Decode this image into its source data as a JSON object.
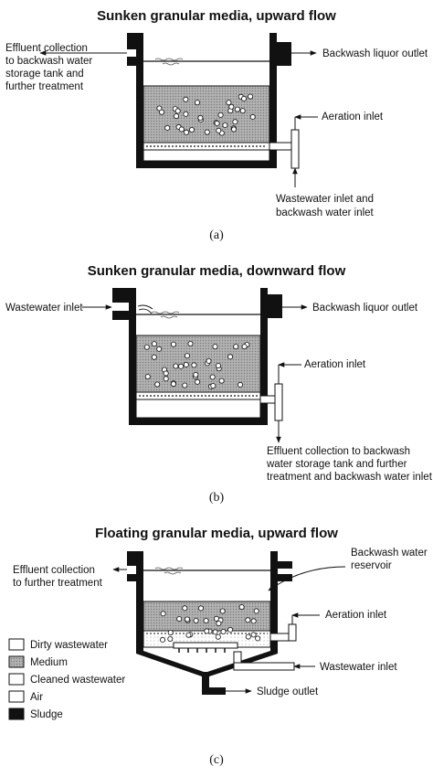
{
  "panel_a": {
    "title": "Sunken granular media, upward flow",
    "effluent": [
      "Effluent collection",
      "to backwash water",
      "storage tank and",
      "further treatment"
    ],
    "backwash_outlet": "Backwash liquor outlet",
    "aeration": "Aeration inlet",
    "inlet": [
      "Wastewater inlet and",
      "backwash water inlet"
    ],
    "caption": "(a)"
  },
  "panel_b": {
    "title": "Sunken granular media, downward flow",
    "wastewater": "Wastewater inlet",
    "backwash_outlet": "Backwash liquor outlet",
    "aeration": "Aeration inlet",
    "effluent": [
      "Effluent collection to backwash",
      "water storage tank and further",
      "treatment and backwash water inlet"
    ],
    "caption": "(b)"
  },
  "panel_c": {
    "title": "Floating granular media, upward flow",
    "effluent": [
      "Effluent collection",
      "to further treatment"
    ],
    "reservoir": [
      "Backwash water",
      "reservoir"
    ],
    "aeration": "Aeration inlet",
    "wastewater": "Wastewater inlet",
    "sludge": "Sludge outlet",
    "caption": "(c)"
  },
  "legend": [
    {
      "label": "Dirty wastewater",
      "swatch": "dirty"
    },
    {
      "label": "Medium",
      "swatch": "medium"
    },
    {
      "label": "Cleaned wastewater",
      "swatch": "clean"
    },
    {
      "label": "Air",
      "swatch": "air"
    },
    {
      "label": "Sludge",
      "swatch": "sludge"
    }
  ]
}
